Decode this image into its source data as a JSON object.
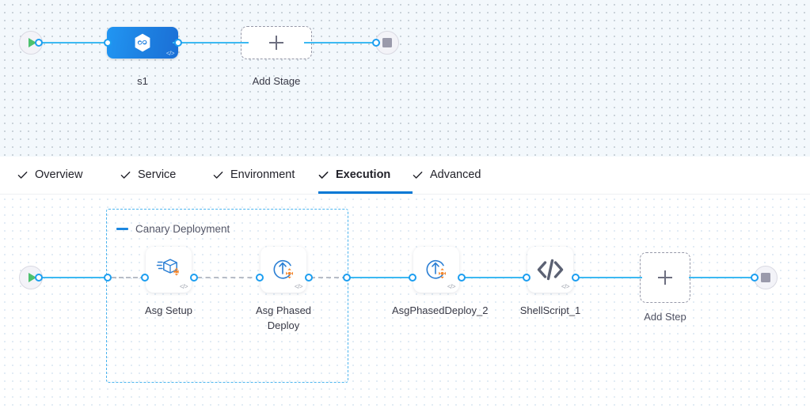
{
  "pipeline": {
    "stage_canvas": {
      "start_icon": "play-icon",
      "end_icon": "stop-icon",
      "stage": {
        "label": "s1",
        "icon": "harness-hexagon-infinity-icon",
        "code_badge": "</>"
      },
      "add_stage": {
        "label": "Add Stage",
        "icon": "plus-icon"
      }
    },
    "tabs": [
      {
        "label": "Overview",
        "icon": "check-icon",
        "active": false
      },
      {
        "label": "Service",
        "icon": "check-icon",
        "active": false
      },
      {
        "label": "Environment",
        "icon": "check-icon",
        "active": false
      },
      {
        "label": "Execution",
        "icon": "check-icon",
        "active": true
      },
      {
        "label": "Advanced",
        "icon": "check-icon",
        "active": false
      }
    ],
    "execution_canvas": {
      "start_icon": "play-icon",
      "end_icon": "stop-icon",
      "group": {
        "label": "Canary Deployment",
        "collapse_icon": "minus-icon"
      },
      "steps": [
        {
          "label": "Asg Setup",
          "icon": "asg-setup-box-icon",
          "code_badge": "</>",
          "in_group": true
        },
        {
          "label": "Asg Phased Deploy",
          "icon": "asg-phased-deploy-icon",
          "code_badge": "</>",
          "in_group": true
        },
        {
          "label": "AsgPhasedDeploy_2",
          "icon": "asg-phased-deploy-icon",
          "code_badge": "</>",
          "in_group": false
        },
        {
          "label": "ShellScript_1",
          "icon": "shell-script-icon",
          "code_badge": "</>",
          "in_group": false
        }
      ],
      "add_step": {
        "label": "Add Step",
        "icon": "plus-icon"
      }
    },
    "colors": {
      "accent_blue": "#0278d5",
      "link_blue": "#3cb9f2",
      "node_blue": "#1d7fe0",
      "group_border": "#4ab4ef",
      "play_green": "#4dc16e",
      "orange": "#f4862c"
    }
  }
}
